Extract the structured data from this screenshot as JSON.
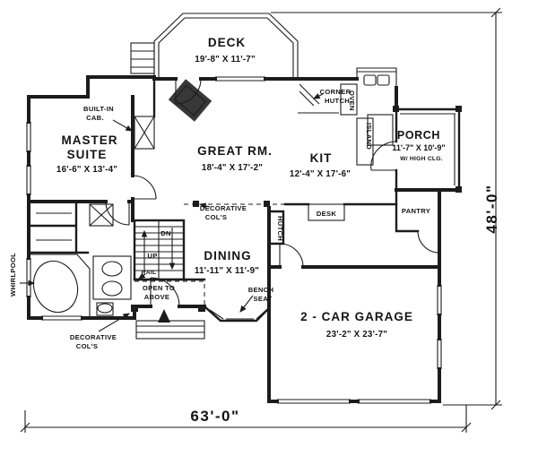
{
  "plan": {
    "rooms": {
      "deck": {
        "name": "DECK",
        "dims": "19'-8\" X 11'-7\""
      },
      "master_suite": {
        "name_line1": "MASTER",
        "name_line2": "SUITE",
        "dims": "16'-6\" X 13'-4\""
      },
      "great_room": {
        "name": "GREAT RM.",
        "dims": "18'-4\" X 17'-2\""
      },
      "kitchen": {
        "name": "KIT",
        "dims": "12'-4\" X 17'-6\""
      },
      "porch": {
        "name": "PORCH",
        "dims": "11'-7\" X 10'-9\"",
        "note": "W/ HIGH CLG."
      },
      "dining": {
        "name": "DINING",
        "dims": "11'-11\" X 11'-9\""
      },
      "garage": {
        "name": "2 - CAR GARAGE",
        "dims": "23'-2\" X 23'-7\""
      }
    },
    "annotations": {
      "built_in_cab_1": "BUILT-IN",
      "built_in_cab_2": "CAB.",
      "corner_hutch_1": "CORNER",
      "corner_hutch_2": "HUTCH",
      "oven": "OVEN",
      "island": "ISLAND",
      "hutch": "HUTCH",
      "desk": "DESK",
      "pantry": "PANTRY",
      "dn": "DN",
      "up": "UP",
      "rail": "RAIL",
      "open_to_above_1": "OPEN TO",
      "open_to_above_2": "ABOVE",
      "bench_seat_1": "BENCH",
      "bench_seat_2": "SEAT",
      "decorative_cols_1": "DECORATIVE",
      "decorative_cols_2": "COL'S",
      "whirlpool": "WHIRLPOOL"
    },
    "dimensions": {
      "overall_width": "63'-0\"",
      "overall_height": "48'-0\""
    },
    "colors": {
      "ink": "#1c1c1c",
      "paper": "#ffffff"
    }
  }
}
